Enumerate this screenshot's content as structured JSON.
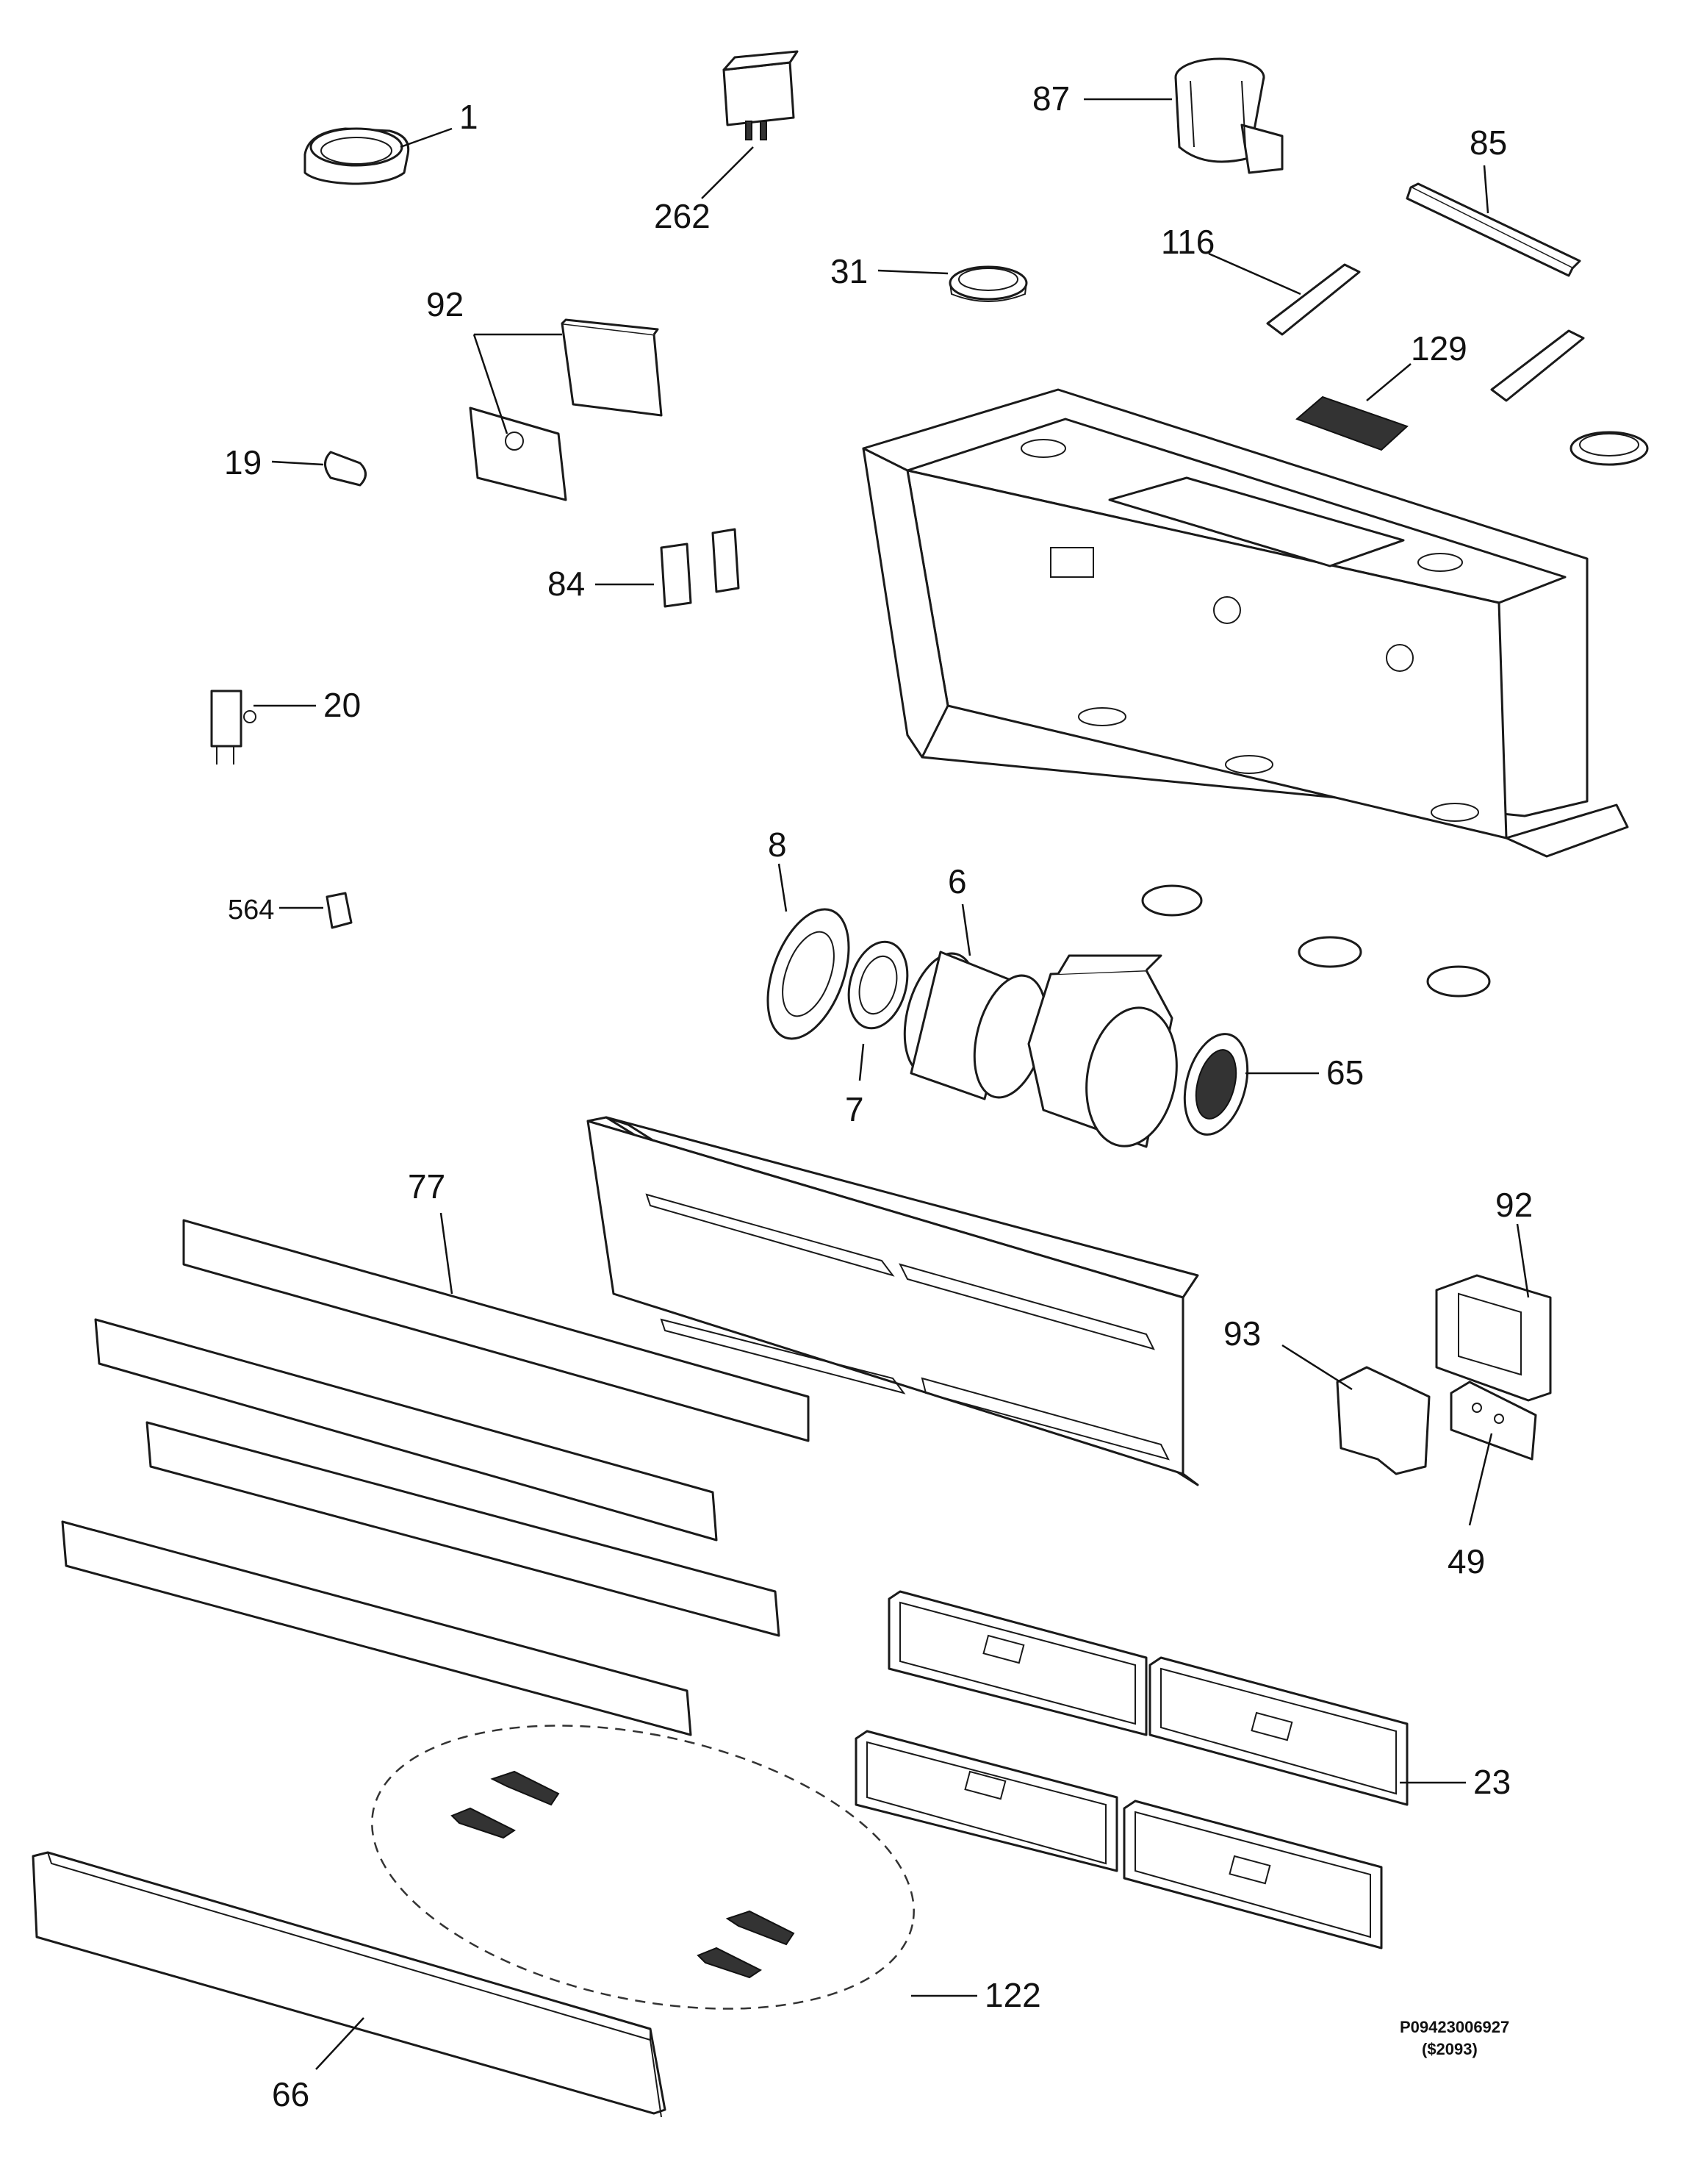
{
  "callouts": {
    "c1": "1",
    "c262": "262",
    "c87": "87",
    "c85": "85",
    "c31": "31",
    "c116": "116",
    "c92a": "92",
    "c129": "129",
    "c19": "19",
    "c84": "84",
    "c20": "20",
    "c564": "564",
    "c8": "8",
    "c6": "6",
    "c7": "7",
    "c65": "65",
    "c77": "77",
    "c92b": "92",
    "c93": "93",
    "c49": "49",
    "c23": "23",
    "c122": "122",
    "c66": "66"
  },
  "footer": {
    "part_code": "P09423006927",
    "revision": "($2093)"
  }
}
